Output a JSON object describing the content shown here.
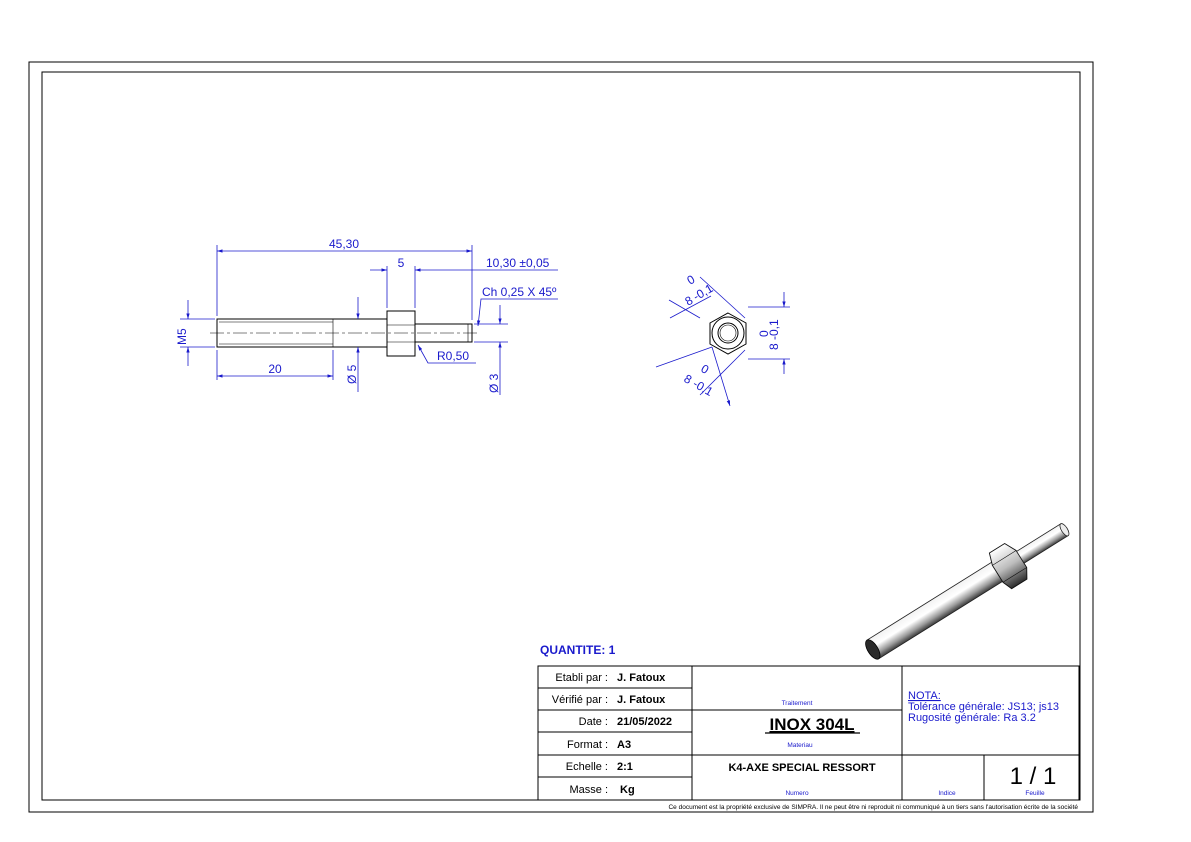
{
  "drawing": {
    "quantity": "QUANTITE: 1",
    "dimensions": {
      "overall_length": "45,30",
      "hex_width": "5",
      "pin_length": "10,30 ±0,05",
      "chamfer": "Ch 0,25 X 45º",
      "thread": "M5",
      "thread_length": "20",
      "dia_5": "Ø 5",
      "radius": "R0,50",
      "dia_3": "Ø 3",
      "hex_af": "8",
      "hex_tol_upper": "0",
      "hex_tol_lower": "-0,1"
    }
  },
  "title_block": {
    "etabli_label": "Etabli par :",
    "etabli_value": "J. Fatoux",
    "verifie_label": "Vérifié par :",
    "verifie_value": "J. Fatoux",
    "date_label": "Date :",
    "date_value": "21/05/2022",
    "format_label": "Format :",
    "format_value": "A3",
    "echelle_label": "Echelle :",
    "echelle_value": "2:1",
    "masse_label": "Masse :",
    "masse_value": "Kg",
    "traitement_caption": "Traitement",
    "material": "INOX 304L",
    "materiau_caption": "Materiau",
    "part_name": "K4-AXE SPECIAL RESSORT",
    "numero_caption": "Numero",
    "nota_title": "NOTA:",
    "nota_line1": "Tolérance générale: JS13; js13",
    "nota_line2": "Rugosité générale: Ra 3.2",
    "indice_caption": "Indice",
    "sheet": "1 / 1",
    "feuille_caption": "Feuille",
    "footer": "Ce document est la propriété exclusive de SIMPRA. Il ne peut être ni reproduit ni communiqué à un tiers sans l'autorisation écrite de la société"
  },
  "colors": {
    "dimension": "#1a1acc",
    "line": "#000000"
  }
}
